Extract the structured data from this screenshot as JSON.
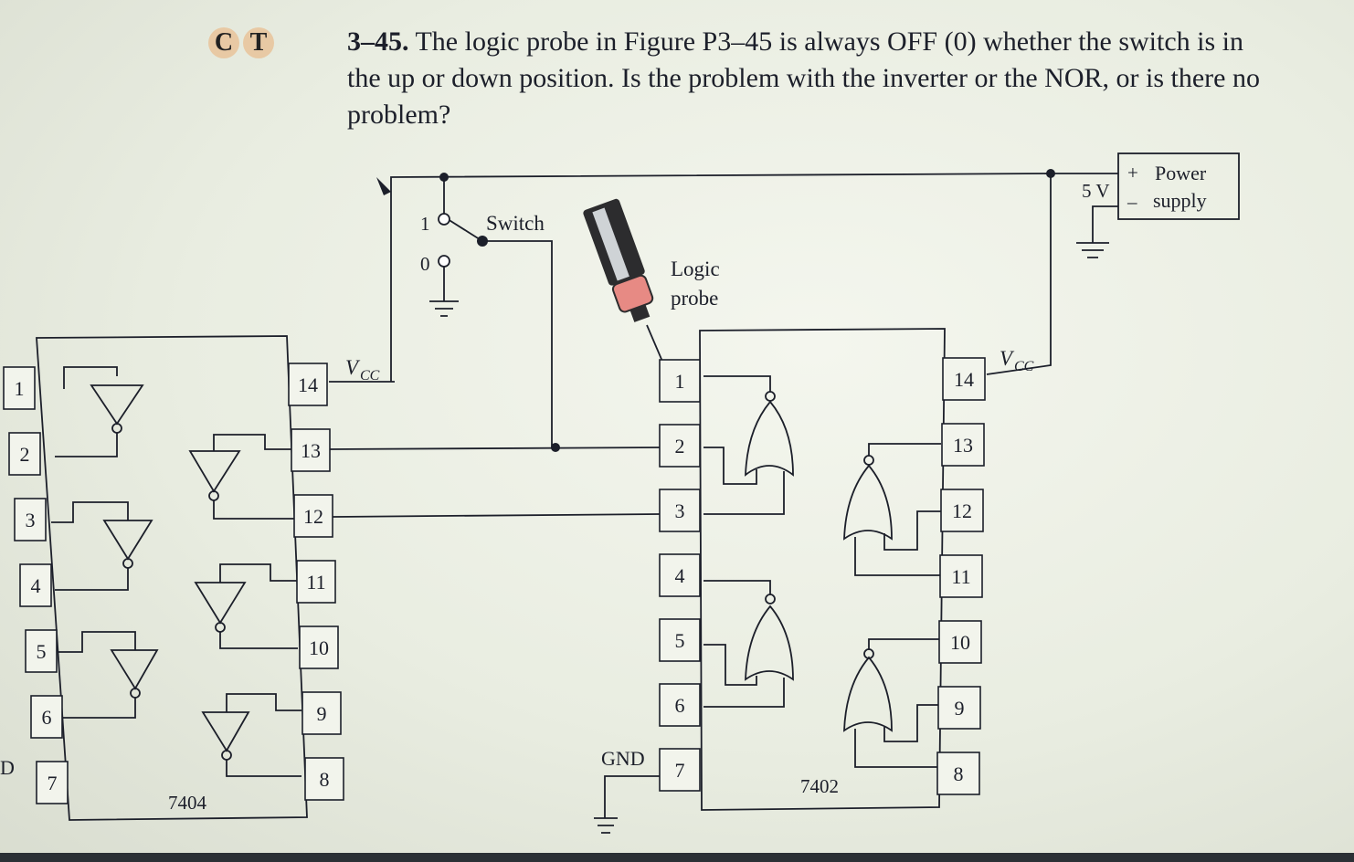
{
  "header": {
    "badge_c": "C",
    "badge_t": "T"
  },
  "problem": {
    "number": "3–45.",
    "text": "The logic probe in Figure P3–45 is always OFF (0) whether the switch is in the up or down position. Is the problem with the inverter or the NOR, or is there no problem?"
  },
  "labels": {
    "switch": "Switch",
    "switch_pos_1": "1",
    "switch_pos_0": "0",
    "logic_probe_line1": "Logic",
    "logic_probe_line2": "probe",
    "power_plus": "+",
    "power_word1": "Power",
    "power_minus": "–",
    "power_word2": "supply",
    "supply_voltage": "5 V",
    "vcc_left": "V",
    "vcc_left_sub": "CC",
    "vcc_right": "V",
    "vcc_right_sub": "CC",
    "gnd": "GND",
    "chip_left": "7404",
    "chip_right": "7402",
    "edge_letter": "D"
  },
  "chip_7404": {
    "left_pins": [
      "1",
      "2",
      "3",
      "4",
      "5",
      "6",
      "7"
    ],
    "right_pins": [
      "14",
      "13",
      "12",
      "11",
      "10",
      "9",
      "8"
    ]
  },
  "chip_7402": {
    "left_pins": [
      "1",
      "2",
      "3",
      "4",
      "5",
      "6",
      "7"
    ],
    "right_pins": [
      "14",
      "13",
      "12",
      "11",
      "10",
      "9",
      "8"
    ]
  },
  "colors": {
    "wire": "#1c1f2a",
    "badge": "#e8c9a4",
    "probe_tip": "#e78a84",
    "background": "#eef1e6"
  }
}
